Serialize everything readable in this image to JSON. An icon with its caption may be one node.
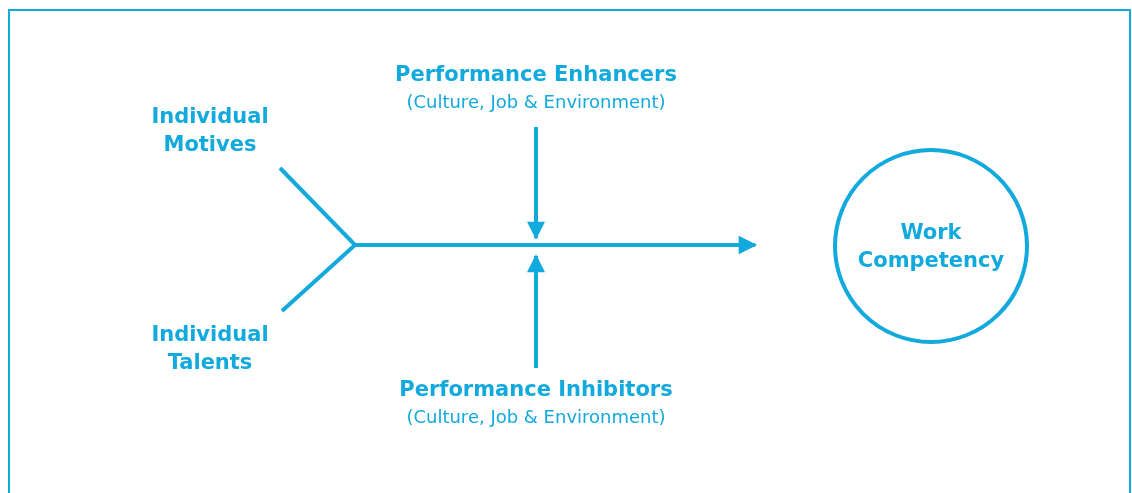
{
  "diagram": {
    "nodes": [
      {
        "text": [
          "Performance Enhancers",
          "(Culture, Job & Environment)"
        ]
      },
      {
        "text": [
          "Individual Motives"
        ]
      },
      {
        "text": [
          "Work Competency"
        ]
      },
      {
        "text": [
          "Individual Talents"
        ]
      },
      {
        "text": [
          "Performance Inhibitors",
          "(Culture, Job & Environment)"
        ]
      }
    ],
    "edges": [
      {
        "from": 1,
        "to": 2,
        "arrow": "to"
      },
      {
        "from": 3,
        "to": 2,
        "arrow": "to"
      },
      {
        "from": 0,
        "to": null,
        "arrow": "to"
      },
      {
        "from": 4,
        "to": null,
        "arrow": "to"
      }
    ]
  }
}
